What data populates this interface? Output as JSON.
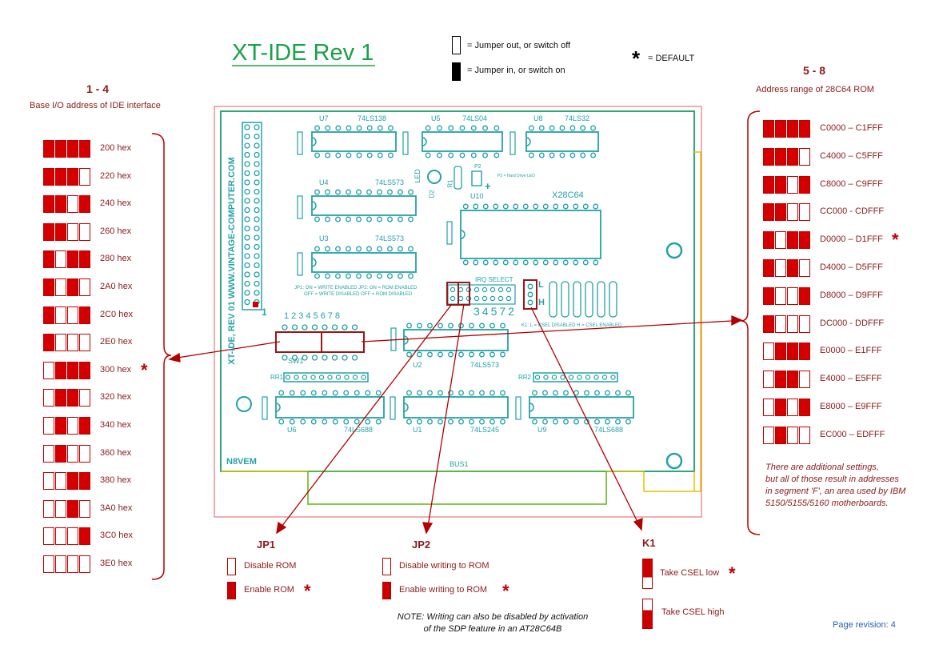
{
  "title": "XT-IDE  Rev 1",
  "legend": {
    "off": "= Jumper out, or switch off",
    "on": "= Jumper in, or switch on",
    "default_star": "*",
    "default": "= DEFAULT"
  },
  "io_section": {
    "heading": "1 - 4",
    "subtitle": "Base I/O address of IDE interface",
    "rows": [
      {
        "label": "200 hex",
        "sw": [
          1,
          1,
          1,
          1
        ],
        "default": false
      },
      {
        "label": "220 hex",
        "sw": [
          1,
          1,
          1,
          0
        ],
        "default": false
      },
      {
        "label": "240 hex",
        "sw": [
          1,
          1,
          0,
          1
        ],
        "default": false
      },
      {
        "label": "260 hex",
        "sw": [
          1,
          1,
          0,
          0
        ],
        "default": false
      },
      {
        "label": "280 hex",
        "sw": [
          1,
          0,
          1,
          1
        ],
        "default": false
      },
      {
        "label": "2A0 hex",
        "sw": [
          1,
          0,
          1,
          0
        ],
        "default": false
      },
      {
        "label": "2C0 hex",
        "sw": [
          1,
          0,
          0,
          1
        ],
        "default": false
      },
      {
        "label": "2E0 hex",
        "sw": [
          1,
          0,
          0,
          0
        ],
        "default": false
      },
      {
        "label": "300 hex",
        "sw": [
          0,
          1,
          1,
          1
        ],
        "default": true
      },
      {
        "label": "320 hex",
        "sw": [
          0,
          1,
          1,
          0
        ],
        "default": false
      },
      {
        "label": "340 hex",
        "sw": [
          0,
          1,
          0,
          1
        ],
        "default": false
      },
      {
        "label": "360 hex",
        "sw": [
          0,
          1,
          0,
          0
        ],
        "default": false
      },
      {
        "label": "380 hex",
        "sw": [
          0,
          0,
          1,
          1
        ],
        "default": false
      },
      {
        "label": "3A0 hex",
        "sw": [
          0,
          0,
          1,
          0
        ],
        "default": false
      },
      {
        "label": "3C0 hex",
        "sw": [
          0,
          0,
          0,
          1
        ],
        "default": false
      },
      {
        "label": "3E0 hex",
        "sw": [
          0,
          0,
          0,
          0
        ],
        "default": false
      }
    ]
  },
  "rom_section": {
    "heading": "5 - 8",
    "subtitle": "Address range of 28C64 ROM",
    "rows": [
      {
        "label": "C0000 – C1FFF",
        "sw": [
          1,
          1,
          1,
          1
        ],
        "default": false
      },
      {
        "label": "C4000 – C5FFF",
        "sw": [
          1,
          1,
          1,
          0
        ],
        "default": false
      },
      {
        "label": "C8000 – C9FFF",
        "sw": [
          1,
          1,
          0,
          1
        ],
        "default": false
      },
      {
        "label": "CC000 - CDFFF",
        "sw": [
          1,
          1,
          0,
          0
        ],
        "default": false
      },
      {
        "label": "D0000 – D1FFF",
        "sw": [
          1,
          0,
          1,
          1
        ],
        "default": true
      },
      {
        "label": "D4000 – D5FFF",
        "sw": [
          1,
          0,
          1,
          0
        ],
        "default": false
      },
      {
        "label": "D8000 – D9FFF",
        "sw": [
          1,
          0,
          0,
          1
        ],
        "default": false
      },
      {
        "label": "DC000 - DDFFF",
        "sw": [
          1,
          0,
          0,
          0
        ],
        "default": false
      },
      {
        "label": "E0000 – E1FFF",
        "sw": [
          0,
          1,
          1,
          1
        ],
        "default": false
      },
      {
        "label": "E4000 – E5FFF",
        "sw": [
          0,
          1,
          1,
          0
        ],
        "default": false
      },
      {
        "label": "E8000 – E9FFF",
        "sw": [
          0,
          1,
          0,
          1
        ],
        "default": false
      },
      {
        "label": "EC000 – EDFFF",
        "sw": [
          0,
          1,
          0,
          0
        ],
        "default": false
      }
    ],
    "note": [
      "There are additional settings,",
      "but all of those result in addresses",
      "in segment 'F', an area used by IBM",
      "5150/5155/5160 motherboards."
    ]
  },
  "jp1": {
    "heading": "JP1",
    "options": [
      {
        "label": "Disable ROM",
        "on": false,
        "default": false
      },
      {
        "label": "Enable ROM",
        "on": true,
        "default": true
      }
    ]
  },
  "jp2": {
    "heading": "JP2",
    "options": [
      {
        "label": "Disable writing to ROM",
        "on": false,
        "default": false
      },
      {
        "label": "Enable writing to ROM",
        "on": true,
        "default": true
      }
    ],
    "note": [
      "NOTE:  Writing can also be disabled by activation",
      "of the SDP feature in an AT28C64B"
    ]
  },
  "k1": {
    "heading": "K1",
    "options": [
      {
        "label": "Take CSEL low",
        "default": true
      },
      {
        "label": "Take CSEL high",
        "default": false
      }
    ]
  },
  "board": {
    "chips": {
      "u7": "U7",
      "u7_part": "74LS138",
      "u5": "U5",
      "u5_part": "74LS04",
      "u8": "U8",
      "u8_part": "74LS32",
      "u4": "U4",
      "u4_part": "74LS573",
      "u3": "U3",
      "u3_part": "74LS573",
      "u10": "U10",
      "u10_part": "X28C64",
      "u2": "U2",
      "u2_part": "74LS573",
      "u6": "U6",
      "u6_part": "74LS688",
      "u1": "U1",
      "u1_part": "74LS245",
      "u9": "U9",
      "u9_part": "74LS688"
    },
    "silk_vertical": "XT-IDE, REV 01 WWW.VINTAGE-COMPUTER.COM",
    "sw1": "SW1",
    "sw_numbers": "12345678",
    "irq_select": "IRQ SELECT",
    "irq_numbers": "34572",
    "pin1": "1",
    "rr1": "RR1",
    "rr2": "RR2",
    "bus": "BUS1",
    "maker": "N8VEM",
    "csel_note": "K1: L = CSEL DISABLED   H = CSEL ENABLED",
    "jp_note": "JP1: ON = WRITE ENABLED   JP2: ON = ROM ENABLED",
    "jp_note2": "OFF = WRITE DISABLED   OFF = ROM DISABLED",
    "led": "LED",
    "plus": "+",
    "k1_L": "L",
    "k1_H": "H",
    "d2": "D2",
    "r1": "R1",
    "p2": "P2",
    "hdd_led": "P2 = Hard Drive LED"
  },
  "page_revision": "Page revision: 4"
}
